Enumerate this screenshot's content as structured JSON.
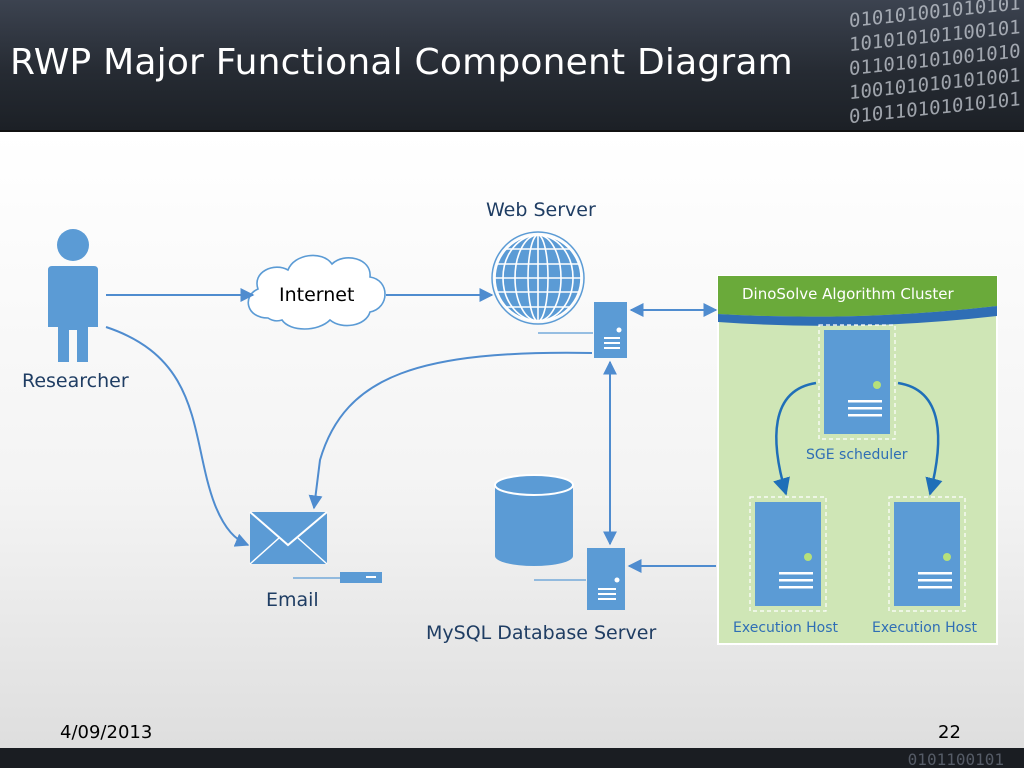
{
  "slide": {
    "title": "RWP Major Functional Component Diagram",
    "date": "4/09/2013",
    "page_number": "22"
  },
  "nodes": {
    "researcher": "Researcher",
    "internet": "Internet",
    "web_server": "Web Server",
    "email": "Email",
    "mysql": "MySQL Database Server",
    "cluster_title": "DinoSolve Algorithm Cluster",
    "sge_scheduler": "SGE scheduler",
    "execution_host_1": "Execution Host",
    "execution_host_2": "Execution Host"
  },
  "colors": {
    "accent_blue": "#5b9bd5",
    "arrow_blue": "#4f8ccf",
    "cluster_green": "#6aaa3a",
    "cluster_bg": "#cfe6b6",
    "header_dark": "#262b33"
  },
  "icons": [
    "person-icon",
    "cloud-icon",
    "globe-icon",
    "server-icon",
    "envelope-icon",
    "database-icon"
  ]
}
